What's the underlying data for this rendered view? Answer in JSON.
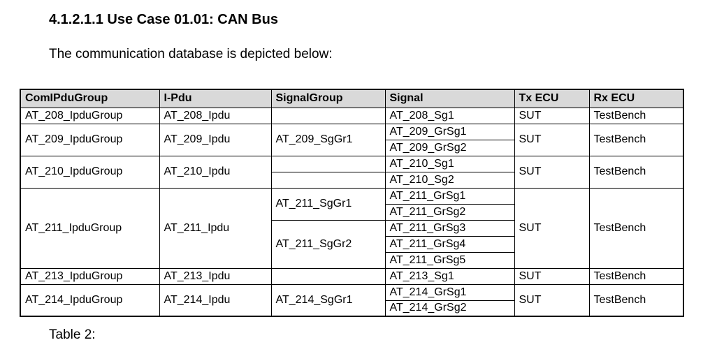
{
  "page": {
    "heading": "4.1.2.1.1 Use Case 01.01: CAN Bus",
    "intro": "The communication database is depicted below:",
    "caption": "Table 2:"
  },
  "colors": {
    "header_bg": "#d9d9d9",
    "border": "#000000",
    "text": "#000000",
    "page_bg": "#ffffff"
  },
  "table": {
    "headers": [
      "ComIPduGroup",
      "I-Pdu",
      "SignalGroup",
      "Signal",
      "Tx ECU",
      "Rx ECU"
    ],
    "groups": [
      {
        "com_ipdu_group": "AT_208_IpduGroup",
        "i_pdu": "AT_208_Ipdu",
        "tx_ecu": "SUT",
        "rx_ecu": "TestBench",
        "signal_groups": [
          {
            "name": "",
            "signals": [
              "AT_208_Sg1"
            ]
          }
        ]
      },
      {
        "com_ipdu_group": "AT_209_IpduGroup",
        "i_pdu": "AT_209_Ipdu",
        "tx_ecu": "SUT",
        "rx_ecu": "TestBench",
        "signal_groups": [
          {
            "name": "AT_209_SgGr1",
            "signals": [
              "AT_209_GrSg1",
              "AT_209_GrSg2"
            ]
          }
        ]
      },
      {
        "com_ipdu_group": "AT_210_IpduGroup",
        "i_pdu": "AT_210_Ipdu",
        "tx_ecu": "SUT",
        "rx_ecu": "TestBench",
        "signal_groups": [
          {
            "name": "",
            "signals": [
              "AT_210_Sg1"
            ]
          },
          {
            "name": "",
            "signals": [
              "AT_210_Sg2"
            ]
          }
        ]
      },
      {
        "com_ipdu_group": "AT_211_IpduGroup",
        "i_pdu": "AT_211_Ipdu",
        "tx_ecu": "SUT",
        "rx_ecu": "TestBench",
        "signal_groups": [
          {
            "name": "AT_211_SgGr1",
            "signals": [
              "AT_211_GrSg1",
              "AT_211_GrSg2"
            ]
          },
          {
            "name": "AT_211_SgGr2",
            "signals": [
              "AT_211_GrSg3",
              "AT_211_GrSg4",
              "AT_211_GrSg5"
            ]
          }
        ]
      },
      {
        "com_ipdu_group": "AT_213_IpduGroup",
        "i_pdu": "AT_213_Ipdu",
        "tx_ecu": "SUT",
        "rx_ecu": "TestBench",
        "signal_groups": [
          {
            "name": "",
            "signals": [
              "AT_213_Sg1"
            ]
          }
        ]
      },
      {
        "com_ipdu_group": "AT_214_IpduGroup",
        "i_pdu": "AT_214_Ipdu",
        "tx_ecu": "SUT",
        "rx_ecu": "TestBench",
        "signal_groups": [
          {
            "name": "AT_214_SgGr1",
            "signals": [
              "AT_214_GrSg1",
              "AT_214_GrSg2"
            ]
          }
        ]
      }
    ]
  }
}
